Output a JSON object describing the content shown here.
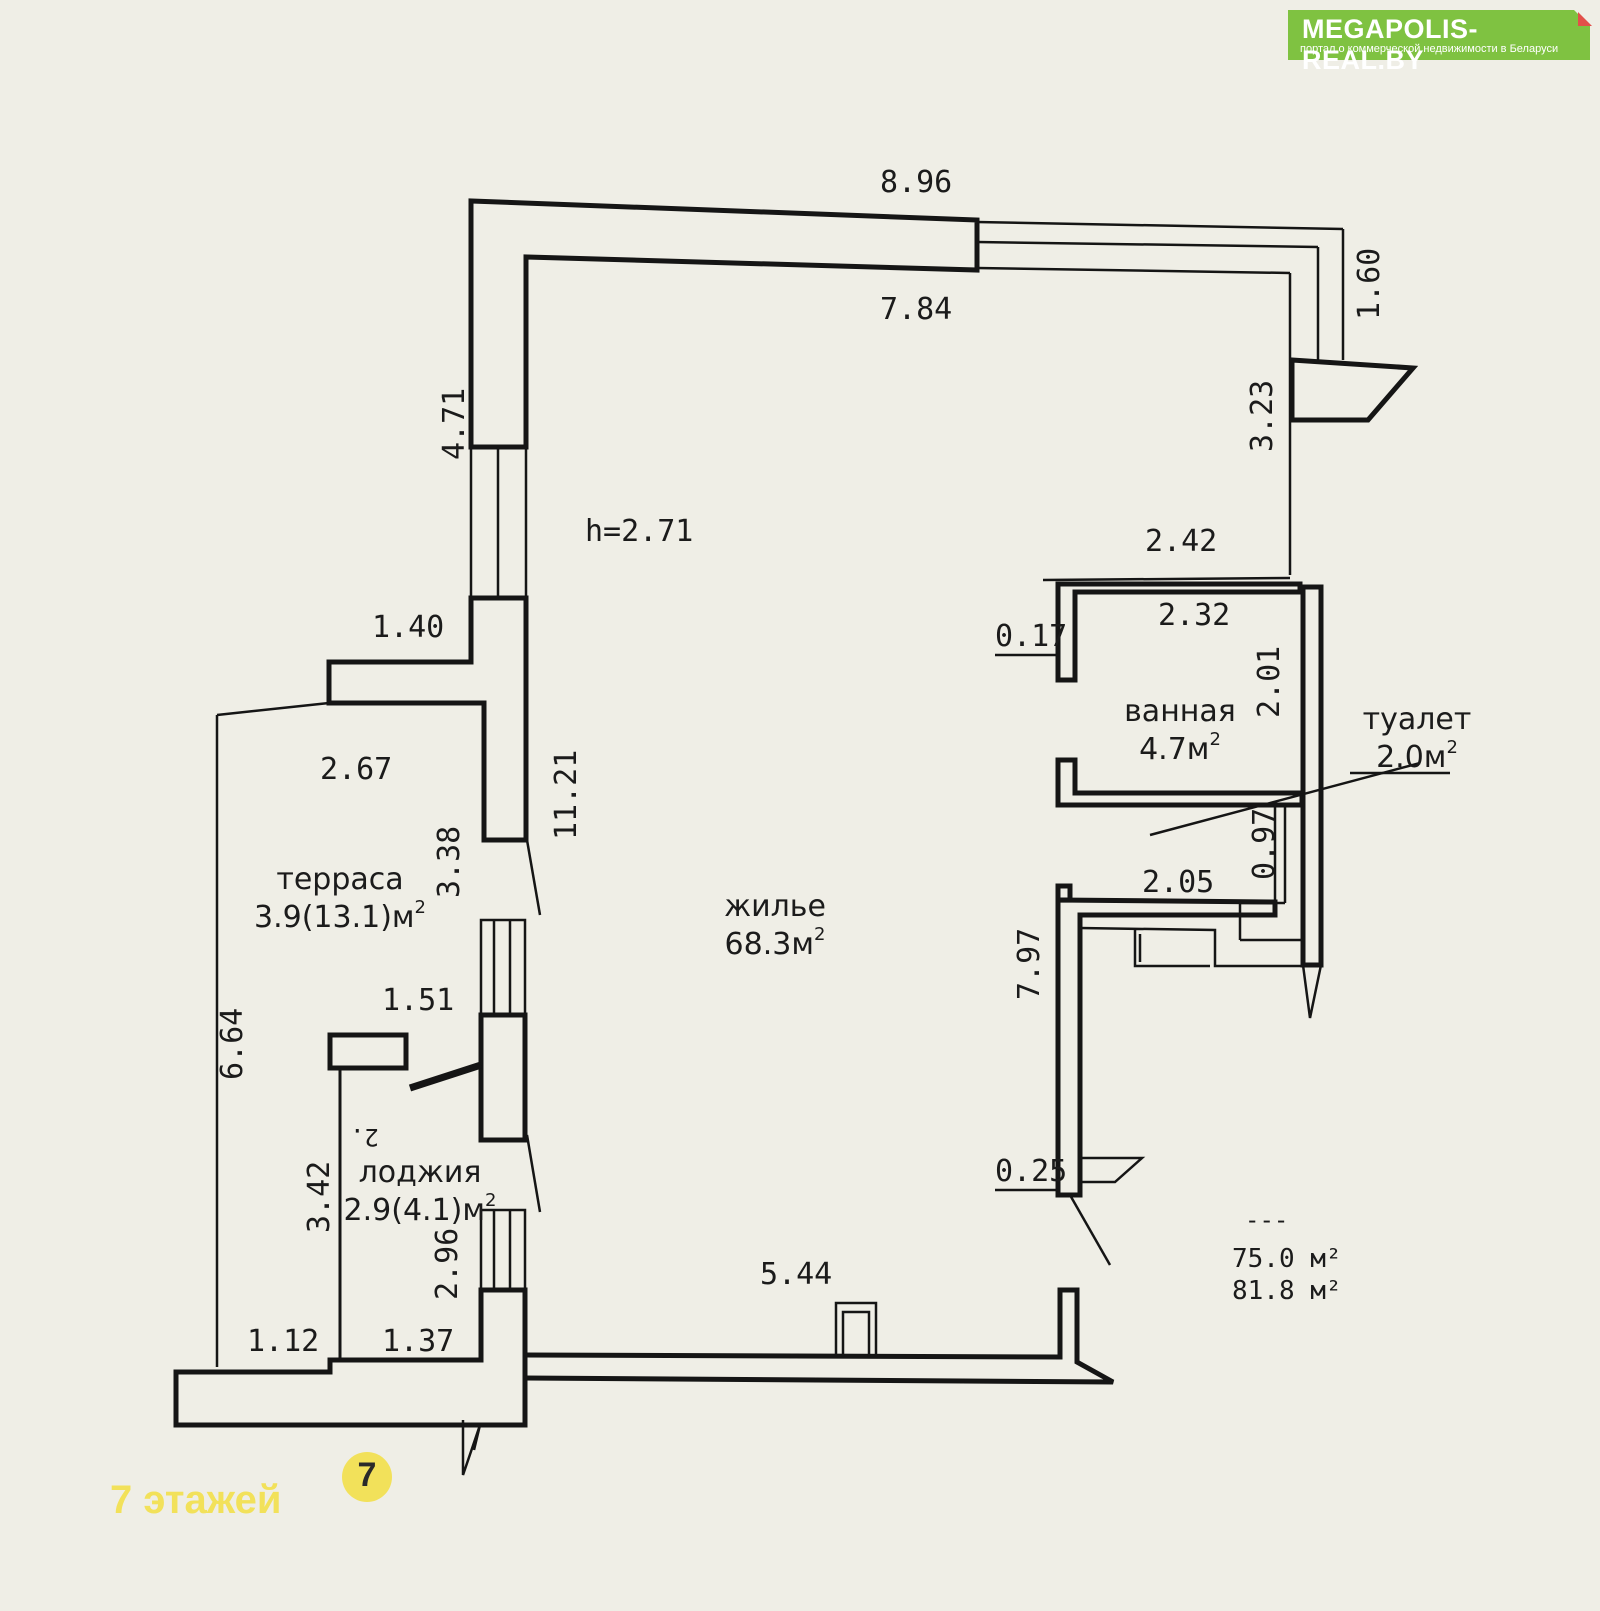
{
  "branding": {
    "site_name": "MEGAPOLIS-REAL.BY",
    "site_tagline": "портал о коммерческой недвижимости в Беларуси",
    "floors_caption": "7 этажей",
    "floors_badge": "7",
    "brand_green": "#7fc241",
    "caption_yellow": "#f2e15a"
  },
  "plan": {
    "height_note": "h=2.71",
    "rooms": {
      "living": {
        "name": "жилье",
        "area": "68.3м",
        "unit_power": "2"
      },
      "bathroom": {
        "name": "ванная",
        "area": "4.7м",
        "unit_power": "2"
      },
      "toilet": {
        "name": "туалет",
        "area": "2.0м",
        "unit_power": "2"
      },
      "terrace": {
        "name": "терраса",
        "area": "3.9(13.1)м",
        "unit_power": "2"
      },
      "loggia": {
        "name": "лоджия",
        "area": "2.9(4.1)м",
        "unit_power": "2"
      }
    },
    "loggia_mark": "2.",
    "totals": {
      "dash": "---",
      "area_1": "75.0 м²",
      "area_2": "81.8 м²"
    },
    "dimensions": {
      "top_outer": "8.96",
      "top_inner": "7.84",
      "right_upper": "1.60",
      "right_mid": "3.23",
      "bath_top_outer": "2.42",
      "bath_top_inner": "2.32",
      "bath_wall": "0.17",
      "bath_height": "2.01",
      "toilet_width": "0.97",
      "toilet_bottom": "2.05",
      "right_lower": "7.97",
      "right_stub": "0.25",
      "bottom": "5.44",
      "left_top": "4.71",
      "left_notch": "1.40",
      "terrace_width": "2.67",
      "left_full": "11.21",
      "left_mid": "3.38",
      "terrace_height": "6.64",
      "loggia_top": "1.51",
      "loggia_height": "3.42",
      "left_bottom": "2.96",
      "bottom_left_a": "1.12",
      "bottom_left_b": "1.37"
    }
  }
}
